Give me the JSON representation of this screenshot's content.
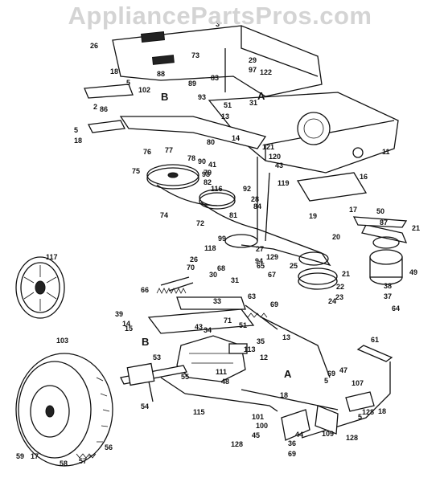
{
  "watermark": "AppliancePartsPros.com",
  "section_markers": [
    "A",
    "A",
    "B",
    "B"
  ],
  "callouts": [
    "26",
    "3",
    "73",
    "88",
    "89",
    "83",
    "29",
    "97",
    "18",
    "5",
    "102",
    "122",
    "2",
    "93",
    "51",
    "31",
    "13",
    "86",
    "5",
    "18",
    "14",
    "80",
    "77",
    "76",
    "90",
    "41",
    "78",
    "121",
    "120",
    "43",
    "79",
    "75",
    "98",
    "82",
    "116",
    "119",
    "92",
    "28",
    "11",
    "16",
    "74",
    "72",
    "81",
    "84",
    "19",
    "17",
    "50",
    "87",
    "21",
    "20",
    "99",
    "118",
    "27",
    "129",
    "94",
    "65",
    "25",
    "21",
    "49",
    "26",
    "70",
    "68",
    "30",
    "67",
    "31",
    "22",
    "38",
    "23",
    "66",
    "33",
    "63",
    "69",
    "24",
    "37",
    "64",
    "39",
    "14",
    "15",
    "43",
    "71",
    "13",
    "34",
    "51",
    "35",
    "113",
    "12",
    "111",
    "48",
    "61",
    "53",
    "55",
    "54",
    "115",
    "69",
    "47",
    "18",
    "5",
    "128",
    "107",
    "101",
    "100",
    "45",
    "36",
    "69",
    "44",
    "109",
    "128",
    "5",
    "18",
    "128",
    "117",
    "103",
    "59",
    "17",
    "58",
    "57",
    "56"
  ]
}
